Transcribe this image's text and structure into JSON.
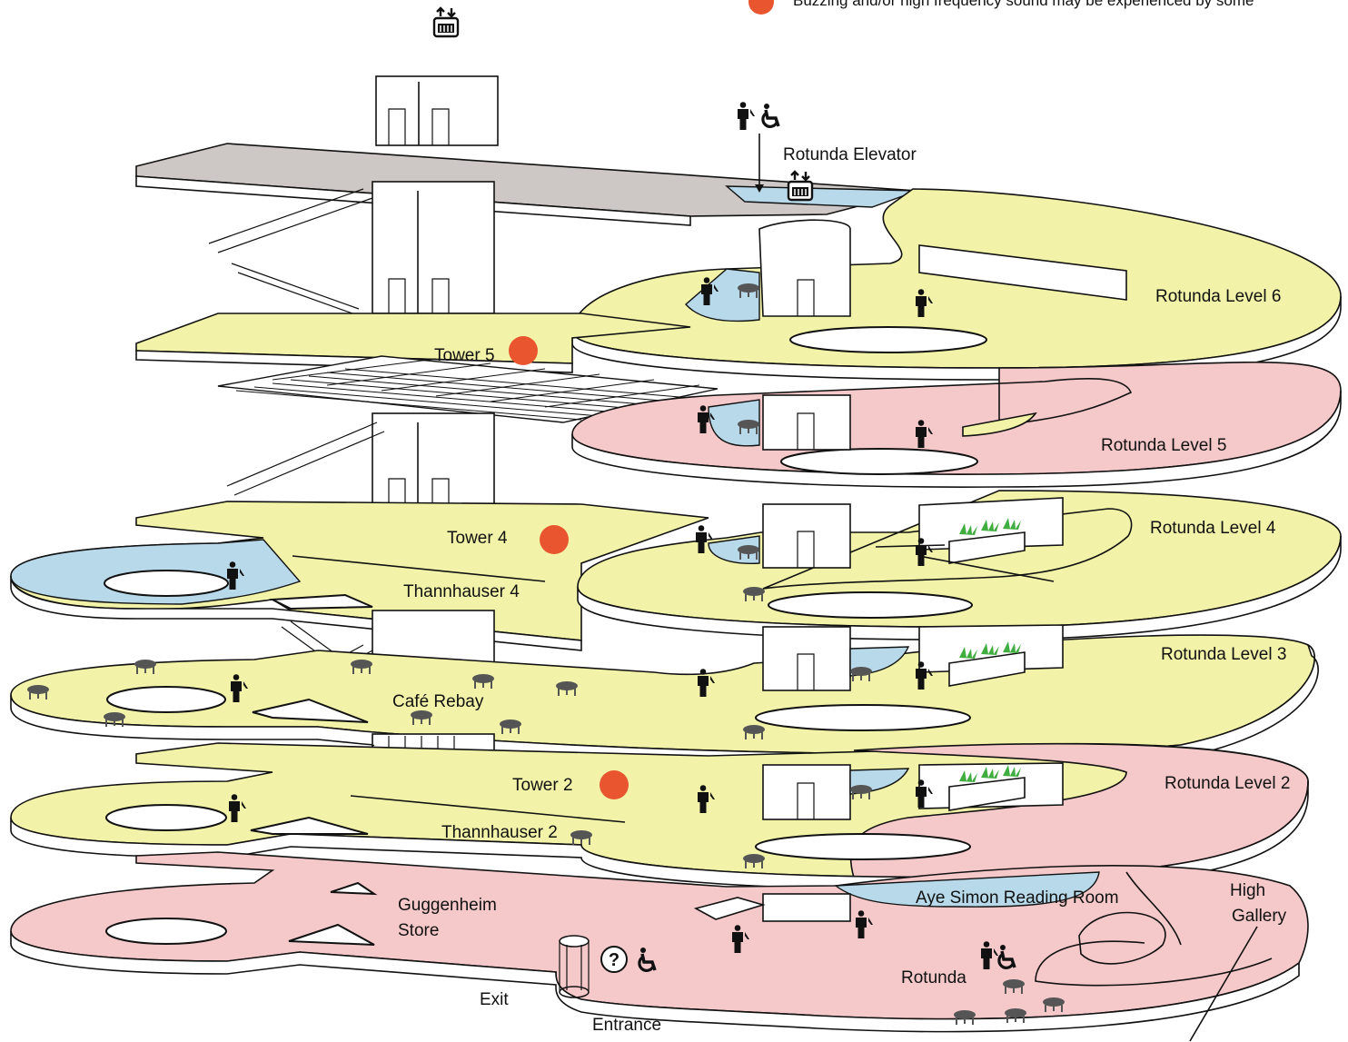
{
  "legend": {
    "sound_marker_color": "#e8552e",
    "sound_text": "Buzzing and/or high frequency sound may be experienced by some"
  },
  "colors": {
    "yellow": "#f2f2a8",
    "pink": "#f5c9c9",
    "blue": "#b7d9ea",
    "gray": "#cdc8c6",
    "sound": "#e8552e"
  },
  "labels": {
    "rotunda_elevator": "Rotunda Elevator",
    "rotunda_level_6": "Rotunda Level 6",
    "tower_5": "Tower 5",
    "rotunda_level_5": "Rotunda Level 5",
    "tower_4": "Tower 4",
    "rotunda_level_4": "Rotunda Level 4",
    "thannhauser_4": "Thannhauser 4",
    "rotunda_level_3": "Rotunda Level 3",
    "cafe_rebay": "Café Rebay",
    "tower_2": "Tower 2",
    "rotunda_level_2": "Rotunda Level 2",
    "thannhauser_2": "Thannhauser 2",
    "guggenheim_store_line1": "Guggenheim",
    "guggenheim_store_line2": "Store",
    "aye_simon_reading_room": "Aye Simon Reading Room",
    "high_gallery_line1": "High",
    "high_gallery_line2": "Gallery",
    "rotunda": "Rotunda",
    "exit": "Exit",
    "entrance": "Entrance"
  },
  "icons": {
    "elevator": "elevator-icon",
    "restroom": "restroom-icon",
    "accessible_restroom": "accessible-restroom-icon",
    "bench": "bench-icon",
    "info": "information-icon",
    "wheelchair": "wheelchair-icon",
    "plants": "planter-icon",
    "sound": "sound-warning-icon",
    "info_glyph": "?"
  }
}
